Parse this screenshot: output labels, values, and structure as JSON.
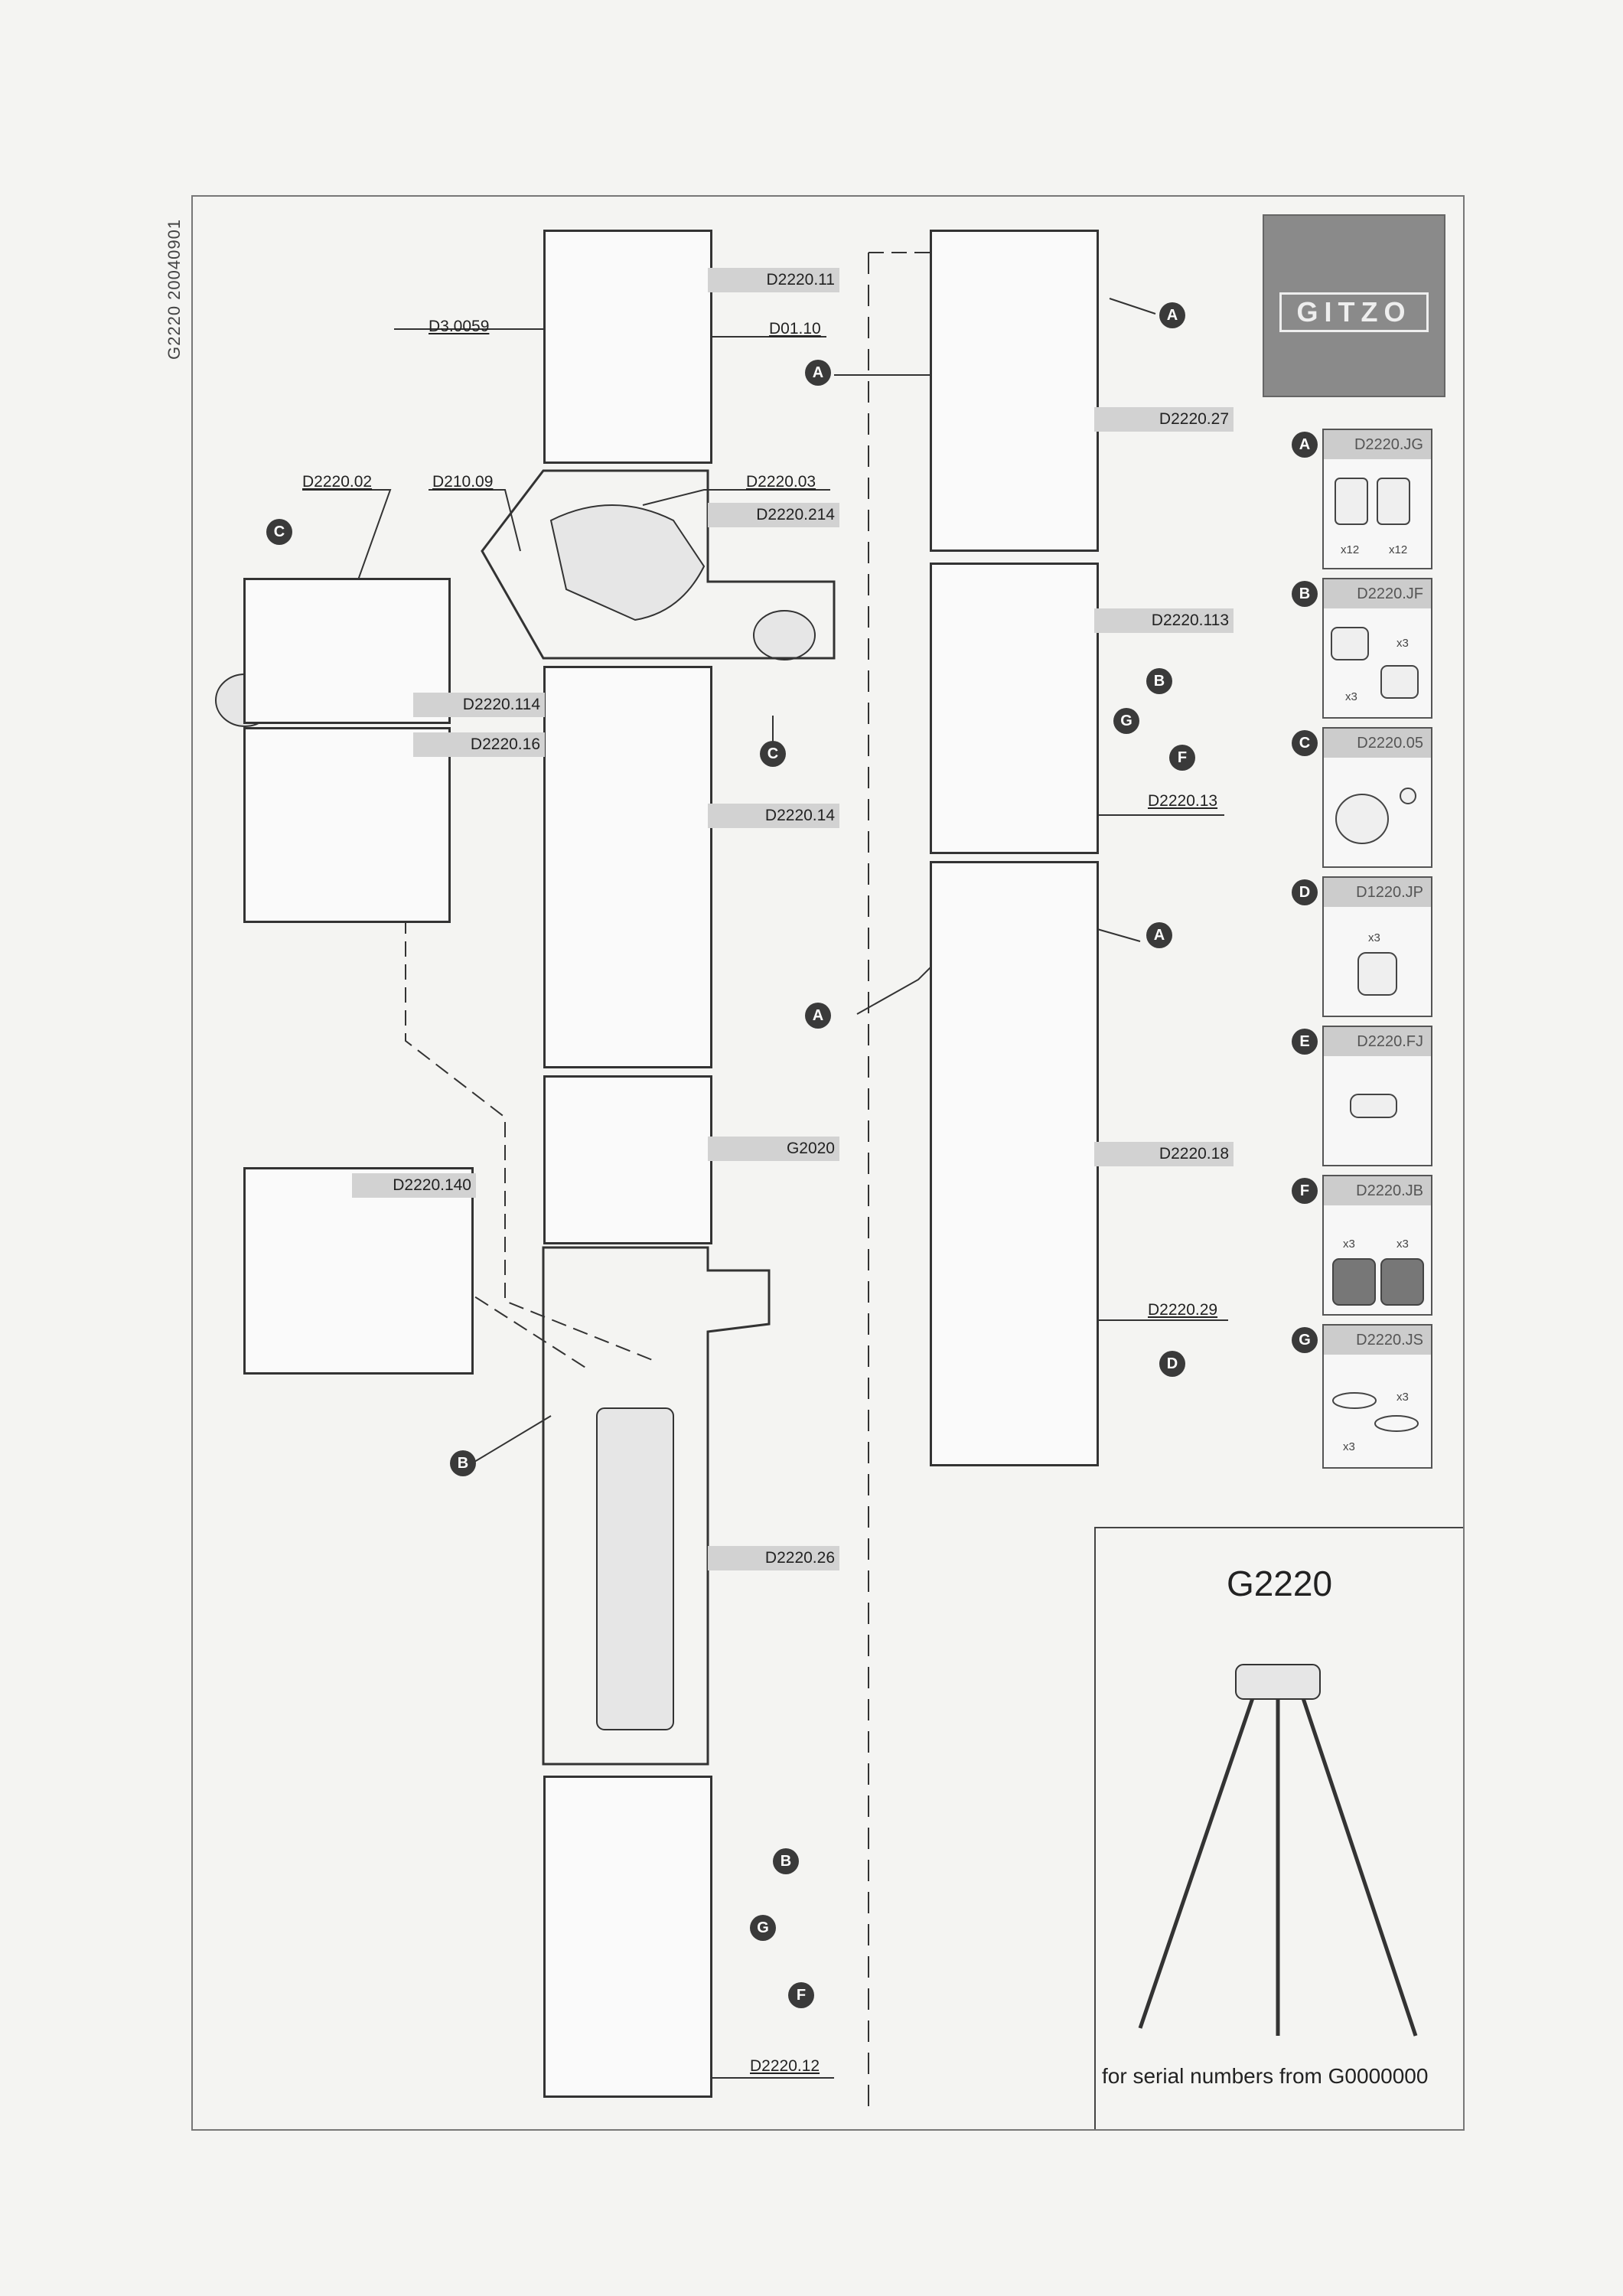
{
  "document_id": "G2220 20040901",
  "brand": "GITZO",
  "product": {
    "model": "G2220",
    "serial_note": "for serial numbers from G0000000"
  },
  "part_tags": {
    "d2220_11": "D2220.11",
    "d2220_214": "D2220.214",
    "d2220_114": "D2220.114",
    "d2220_16": "D2220.16",
    "d2220_14": "D2220.14",
    "g2020": "G2020",
    "d2220_140": "D2220.140",
    "d2220_26": "D2220.26",
    "d2220_27": "D2220.27",
    "d2220_113": "D2220.113",
    "d2220_18": "D2220.18"
  },
  "part_labels": {
    "d3_0059": "D3.0059",
    "d01_10": "D01.10",
    "d2220_02": "D2220.02",
    "d210_09": "D210.09",
    "d2220_03": "D2220.03",
    "d2220_13": "D2220.13",
    "d2220_29": "D2220.29",
    "d2220_12": "D2220.12"
  },
  "kits": [
    {
      "letter": "A",
      "code": "D2220.JG",
      "qty_left": "x12",
      "qty_right": "x12"
    },
    {
      "letter": "B",
      "code": "D2220.JF",
      "qty_left": "x3",
      "qty_right": "x3"
    },
    {
      "letter": "C",
      "code": "D2220.05"
    },
    {
      "letter": "D",
      "code": "D1220.JP",
      "qty_left": "x3"
    },
    {
      "letter": "E",
      "code": "D2220.FJ"
    },
    {
      "letter": "F",
      "code": "D2220.JB",
      "qty_left": "x3",
      "qty_right": "x3"
    },
    {
      "letter": "G",
      "code": "D2220.JS",
      "qty_left": "x3",
      "qty_right": "x3"
    }
  ],
  "callouts": {
    "a": "A",
    "b": "B",
    "c": "C",
    "d": "D",
    "f": "F",
    "g": "G"
  }
}
